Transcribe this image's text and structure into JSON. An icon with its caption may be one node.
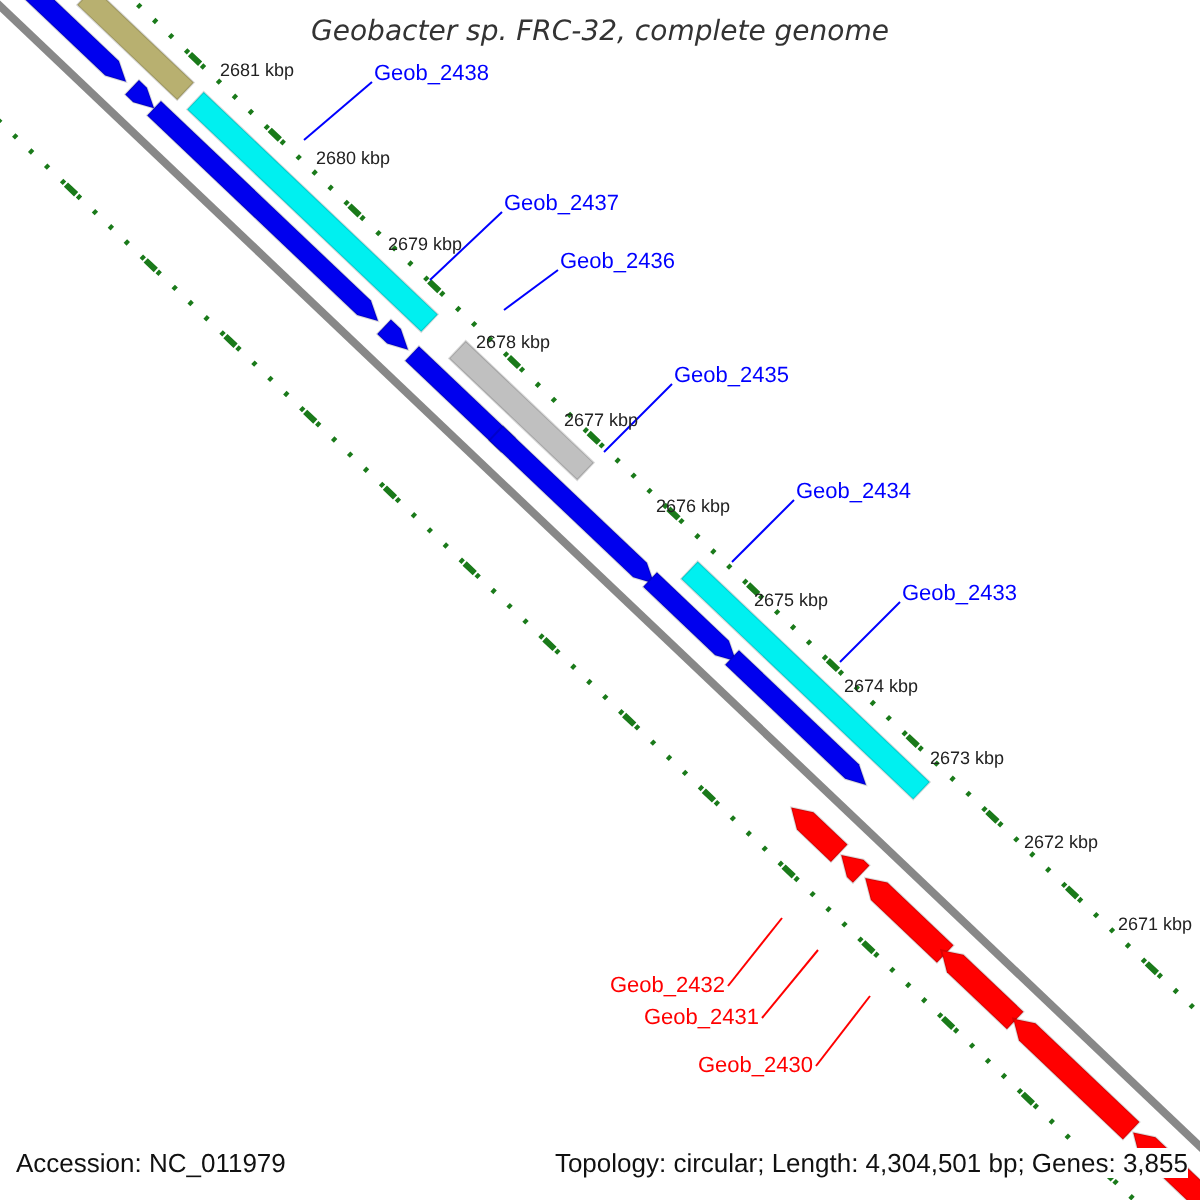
{
  "diagram": {
    "title": "Geobacter sp. FRC-32, complete genome",
    "nodes": [
      {
        "text": [
          "Geob_2438"
        ]
      },
      {
        "text": [
          "Geob_2437"
        ]
      },
      {
        "text": [
          "Geob_2436"
        ]
      },
      {
        "text": [
          "Geob_2435"
        ]
      },
      {
        "text": [
          "Geob_2434"
        ]
      },
      {
        "text": [
          "Geob_2433"
        ]
      },
      {
        "text": [
          "Geob_2432"
        ]
      },
      {
        "text": [
          "Geob_2431"
        ]
      },
      {
        "text": [
          "Geob_2430"
        ]
      }
    ],
    "edges": [
      {
        "from": 0,
        "to": null,
        "arrow": "none"
      },
      {
        "from": 1,
        "to": null,
        "arrow": "none"
      },
      {
        "from": 2,
        "to": null,
        "arrow": "none"
      },
      {
        "from": 3,
        "to": null,
        "arrow": "none"
      },
      {
        "from": 4,
        "to": null,
        "arrow": "none"
      },
      {
        "from": 5,
        "to": null,
        "arrow": "none"
      },
      {
        "from": 6,
        "to": null,
        "arrow": "none",
        "color": "#ff0000"
      },
      {
        "from": 7,
        "to": null,
        "arrow": "none",
        "color": "#ff0000"
      },
      {
        "from": 8,
        "to": null,
        "arrow": "none",
        "color": "#ff0000"
      }
    ],
    "labels": [
      "2681 kbp",
      "2680 kbp",
      "2679 kbp",
      "2678 kbp",
      "2677 kbp",
      "2676 kbp",
      "2675 kbp",
      "2674 kbp",
      "2673 kbp",
      "2672 kbp",
      "2671 kbp",
      "Accession: NC_011979",
      "Topology: circular; Length: 4,304,501 bp; Genes: 3,855"
    ]
  }
}
